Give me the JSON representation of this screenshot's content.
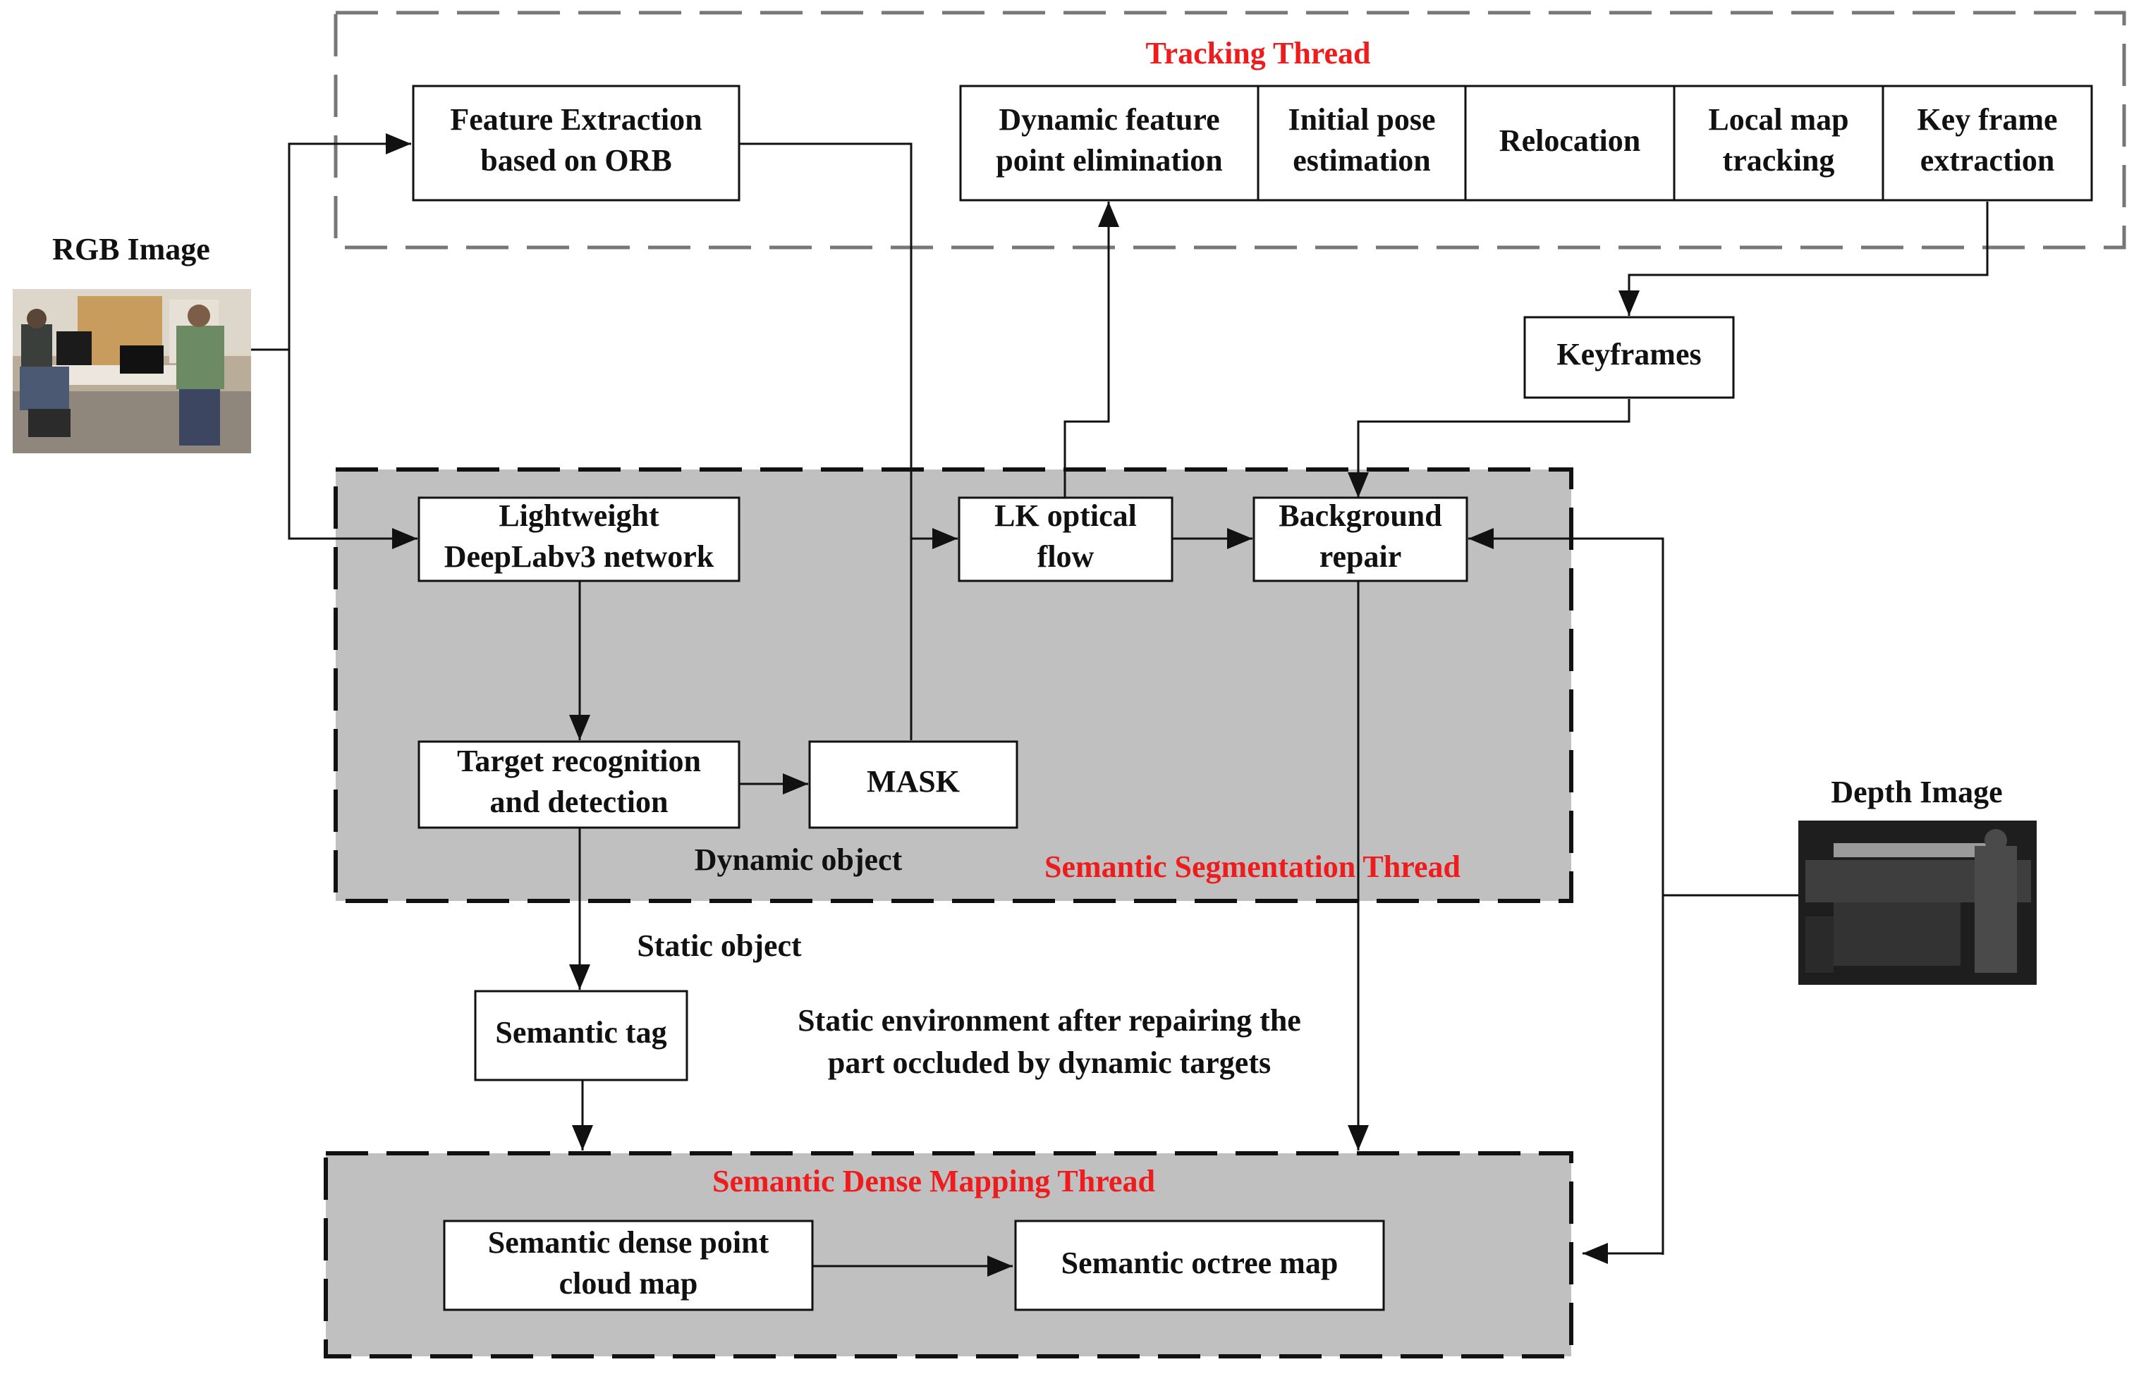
{
  "colors": {
    "title_red": "#ee1c1c",
    "panel_gray": "#c0c0c0",
    "line": "#111111"
  },
  "threads": {
    "tracking": {
      "title": "Tracking Thread"
    },
    "segmentation": {
      "title": "Semantic Segmentation Thread"
    },
    "mapping": {
      "title": "Semantic Dense Mapping Thread"
    }
  },
  "inputs": {
    "rgb": {
      "caption": "RGB Image"
    },
    "depth": {
      "caption": "Depth Image"
    }
  },
  "nodes": {
    "feature_extraction": {
      "line1": "Feature Extraction",
      "line2": "based on ORB"
    },
    "dynamic_feature": {
      "line1": "Dynamic feature",
      "line2": "point elimination"
    },
    "initial_pose": {
      "line1": "Initial pose",
      "line2": "estimation"
    },
    "relocation": {
      "line1": "Relocation"
    },
    "local_map": {
      "line1": "Local map",
      "line2": "tracking"
    },
    "key_frame": {
      "line1": "Key frame",
      "line2": "extraction"
    },
    "keyframes": {
      "line1": "Keyframes"
    },
    "deeplab": {
      "line1": "Lightweight",
      "line2": "DeepLabv3 network"
    },
    "lk_flow": {
      "line1": "LK optical",
      "line2": "flow"
    },
    "background": {
      "line1": "Background",
      "line2": "repair"
    },
    "target_recognition": {
      "line1": "Target recognition",
      "line2": "and detection"
    },
    "mask": {
      "line1": "MASK"
    },
    "semantic_tag": {
      "line1": "Semantic tag"
    },
    "dense_cloud": {
      "line1": "Semantic dense point",
      "line2": "cloud map"
    },
    "octree": {
      "line1": "Semantic octree map"
    }
  },
  "edge_labels": {
    "dynamic_object": "Dynamic object",
    "static_object": "Static object",
    "static_env_line1": "Static environment after repairing the",
    "static_env_line2": "part occluded by dynamic targets"
  }
}
